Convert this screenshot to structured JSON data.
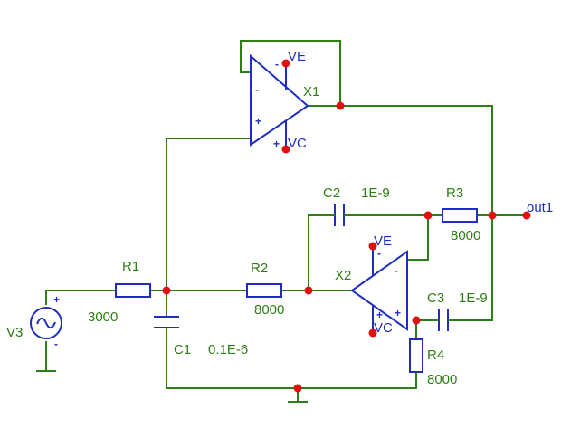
{
  "components": {
    "X1": {
      "name": "X1",
      "supply_top": "VE",
      "supply_bottom": "VC",
      "in_minus": "-",
      "in_plus": "+",
      "pwr_minus": "-",
      "pwr_plus": "+"
    },
    "X2": {
      "name": "X2",
      "supply_top": "VE",
      "supply_bottom": "VC",
      "in_minus": "-",
      "in_plus": "+",
      "pwr_minus": "-",
      "pwr_plus": "+"
    },
    "R1": {
      "name": "R1",
      "value": "3000"
    },
    "R2": {
      "name": "R2",
      "value": "8000"
    },
    "R3": {
      "name": "R3",
      "value": "8000"
    },
    "R4": {
      "name": "R4",
      "value": "8000"
    },
    "C1": {
      "name": "C1",
      "value": "0.1E-6"
    },
    "C2": {
      "name": "C2",
      "value": "1E-9"
    },
    "C3": {
      "name": "C3",
      "value": "1E-9"
    },
    "V3": {
      "name": "V3",
      "plus": "+",
      "minus": "-"
    },
    "output": {
      "label": "out1"
    }
  },
  "colors": {
    "wire": "#2e7d16",
    "component": "#1f2dc0",
    "node": "#e01010"
  }
}
